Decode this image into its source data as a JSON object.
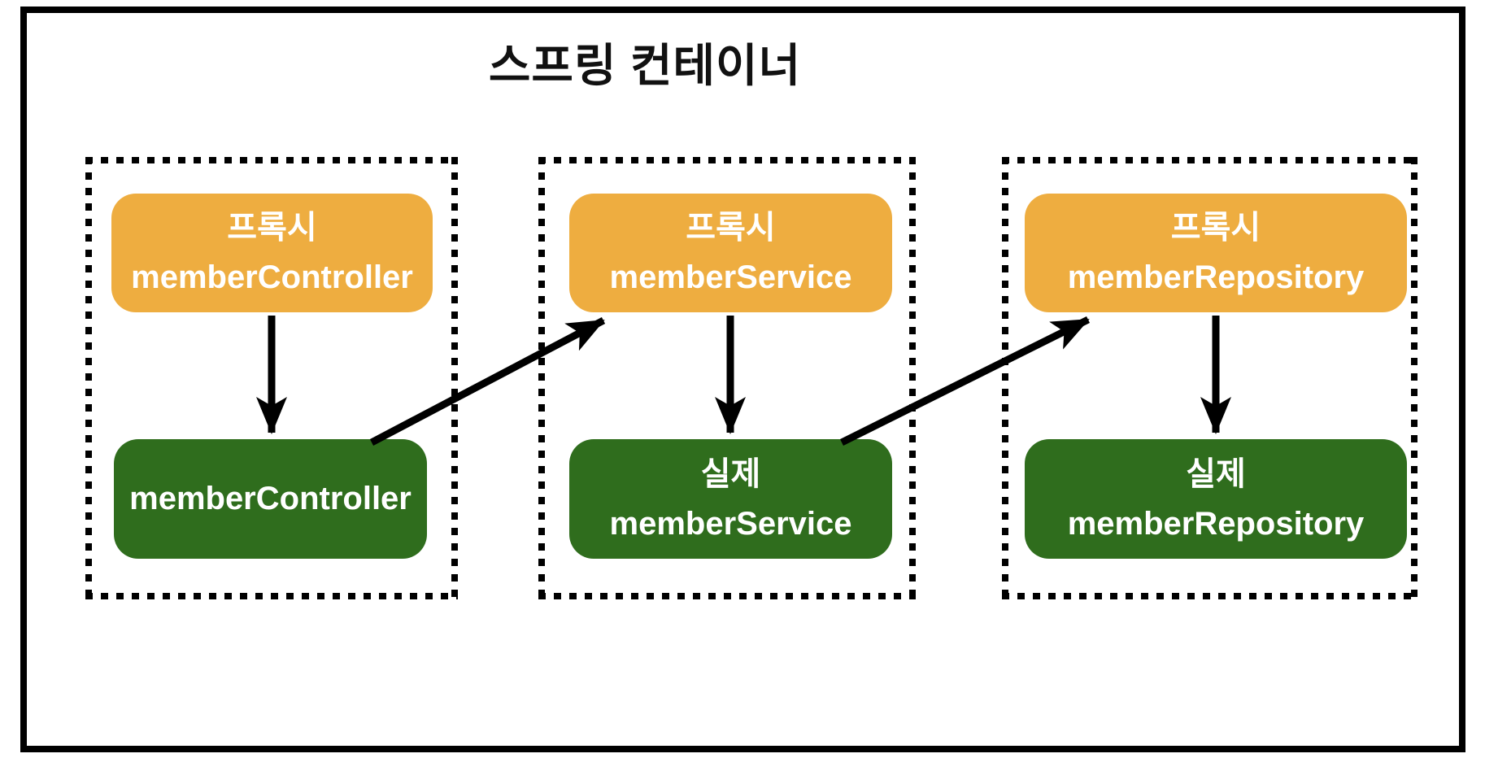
{
  "title": "스프링 컨테이너",
  "colors": {
    "proxy_box": "#EEAD40",
    "real_box": "#2F6D1D",
    "box_text": "#FFFFFF",
    "outline": "#000000"
  },
  "groups": [
    {
      "name": "member-controller",
      "proxy_lines": [
        "프록시",
        "memberController"
      ],
      "real_lines": [
        "memberController"
      ]
    },
    {
      "name": "member-service",
      "proxy_lines": [
        "프록시",
        "memberService"
      ],
      "real_lines": [
        "실제",
        "memberService"
      ]
    },
    {
      "name": "member-repository",
      "proxy_lines": [
        "프록시",
        "memberRepository"
      ],
      "real_lines": [
        "실제",
        "memberRepository"
      ]
    }
  ],
  "arrows": [
    {
      "from": "proxy-memberController",
      "to": "memberController"
    },
    {
      "from": "memberController",
      "to": "proxy-memberService"
    },
    {
      "from": "proxy-memberService",
      "to": "real-memberService"
    },
    {
      "from": "real-memberService",
      "to": "proxy-memberRepository"
    },
    {
      "from": "proxy-memberRepository",
      "to": "real-memberRepository"
    }
  ]
}
